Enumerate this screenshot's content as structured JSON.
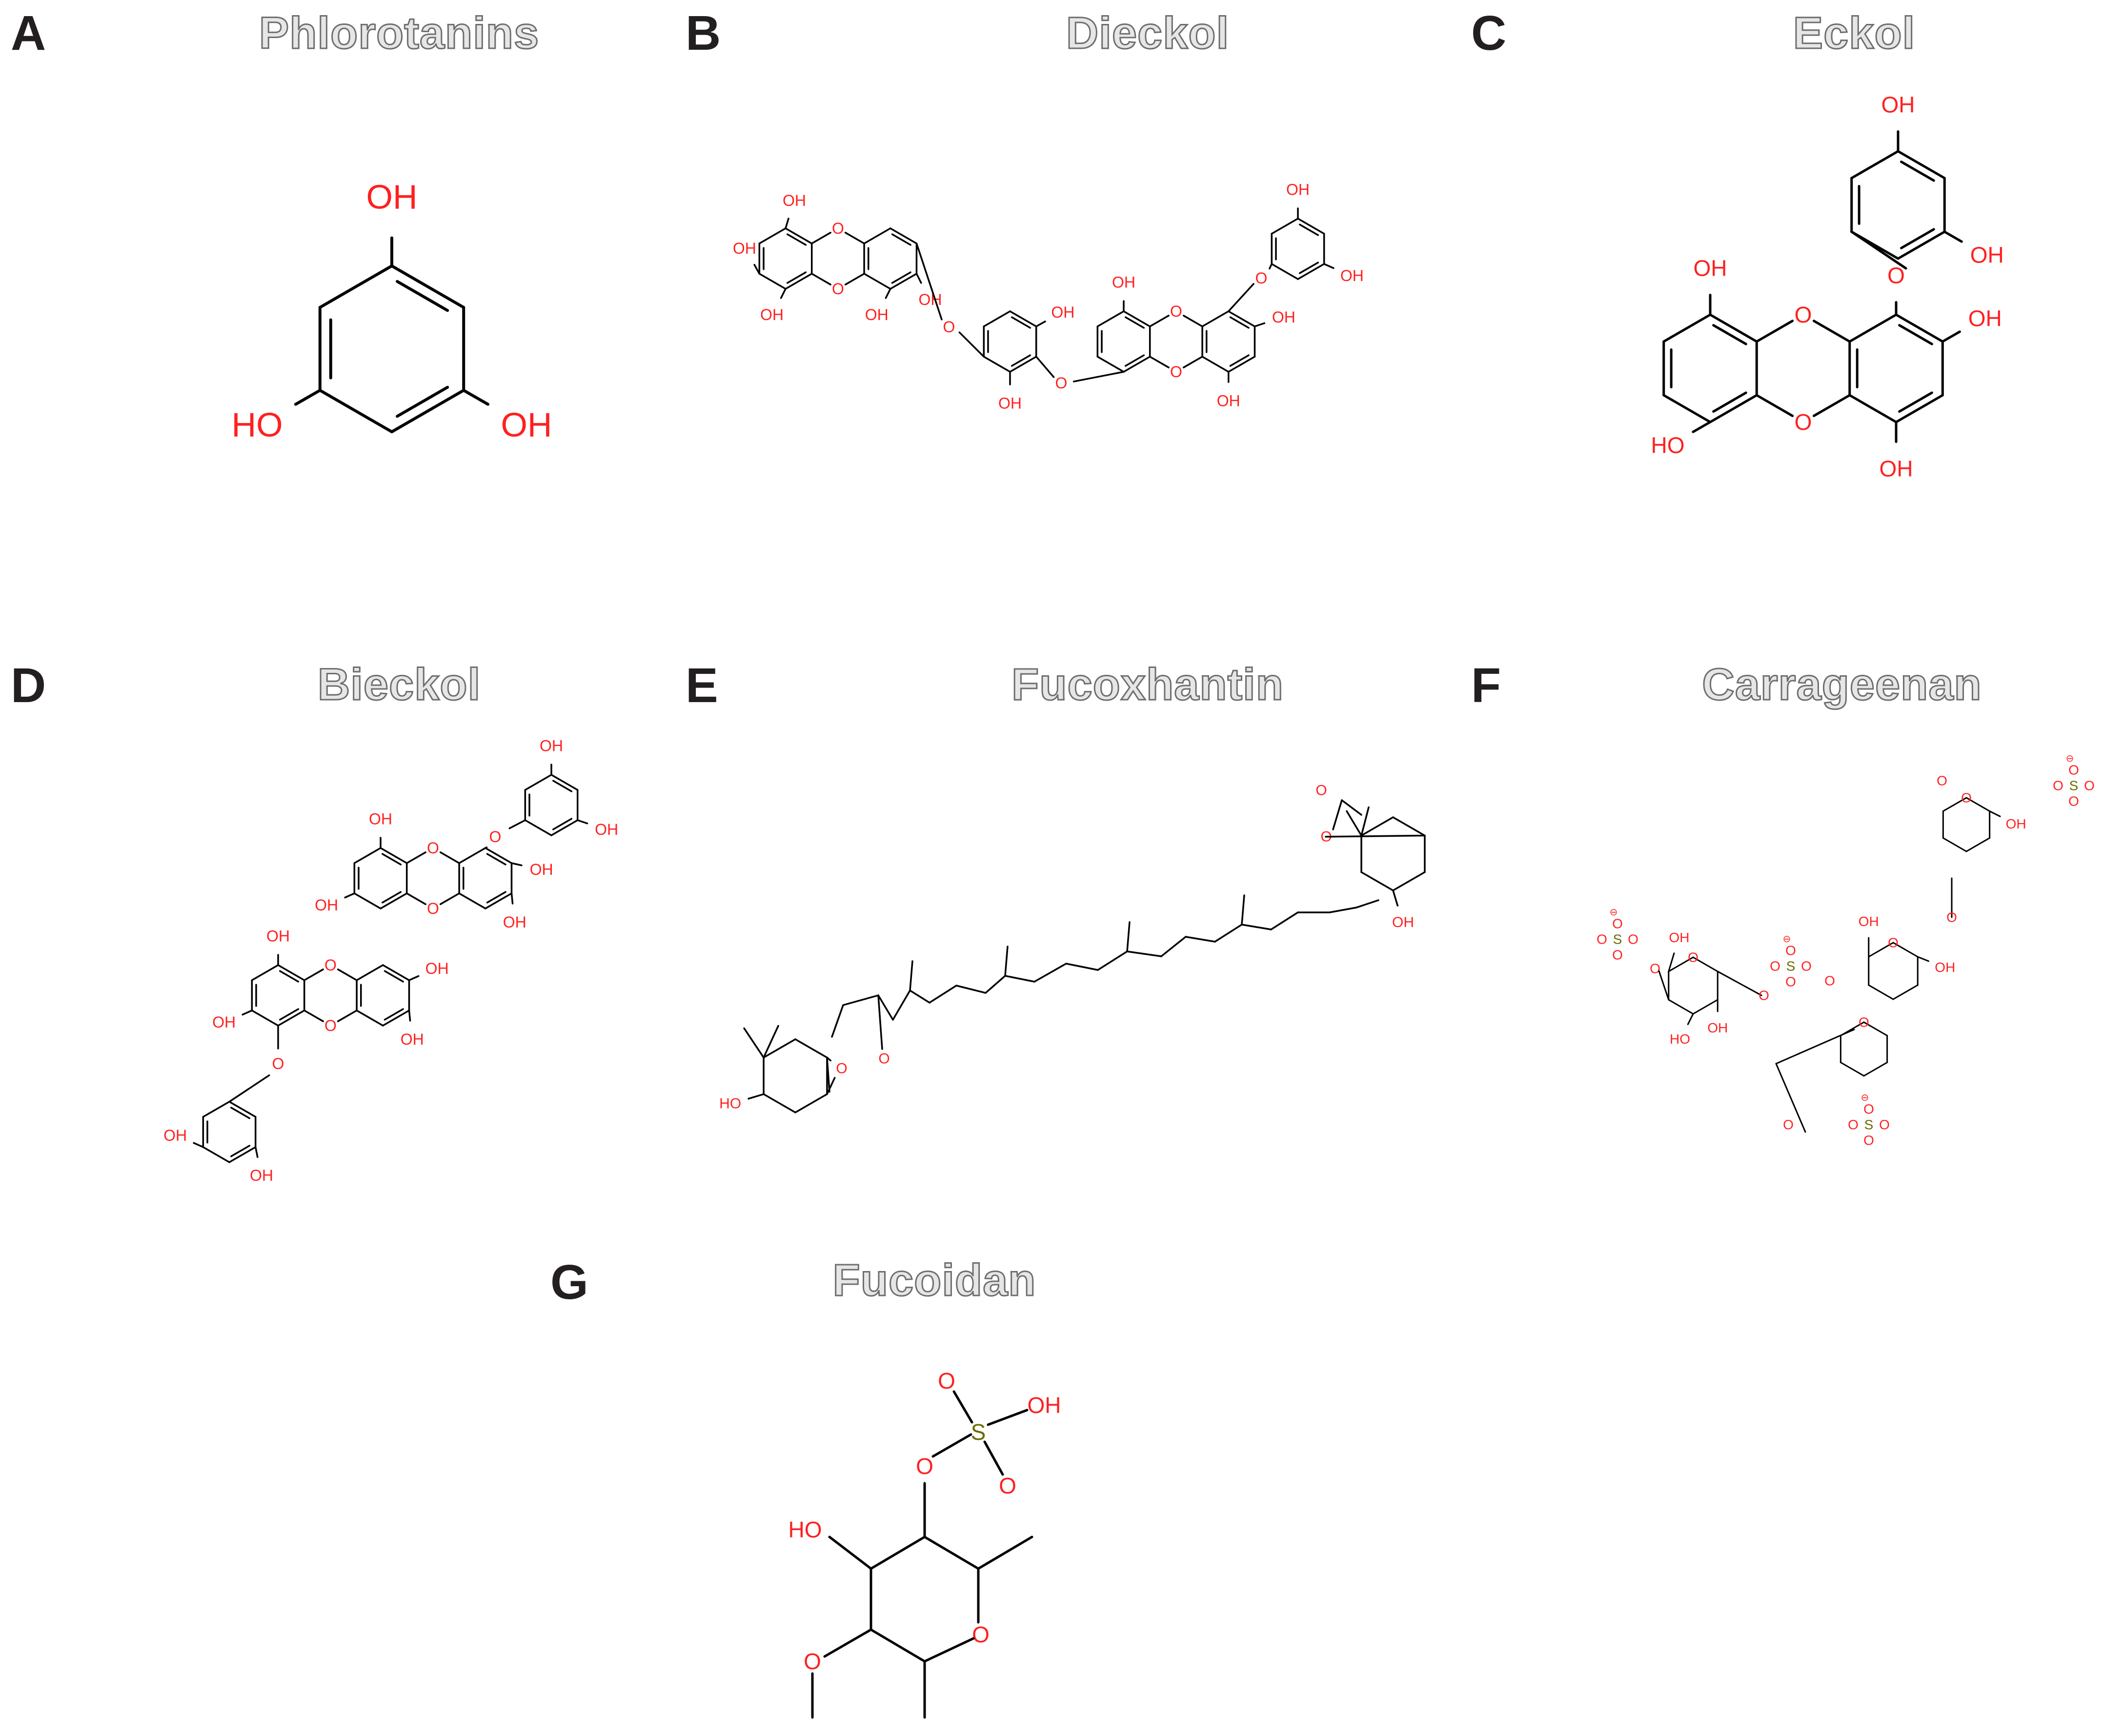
{
  "panels": [
    {
      "letter": "A",
      "title": "Phlorotanins"
    },
    {
      "letter": "B",
      "title": "Dieckol"
    },
    {
      "letter": "C",
      "title": "Eckol"
    },
    {
      "letter": "D",
      "title": "Bieckol"
    },
    {
      "letter": "E",
      "title": "Fucoxhantin"
    },
    {
      "letter": "F",
      "title": "Carrageenan"
    },
    {
      "letter": "G",
      "title": "Fucoidan"
    }
  ],
  "atoms": {
    "hydroxyl": "OH",
    "hydroxyl_left": "HO",
    "oxygen": "O",
    "sulfur": "S",
    "charge": "⊖"
  },
  "colors": {
    "bond": "#000000",
    "heteroatom": "#ff2020",
    "sulfur": "#6b6b00",
    "letter": "#231f20",
    "title_fill": "#e6e6e6",
    "title_stroke": "#6e6e6e"
  }
}
